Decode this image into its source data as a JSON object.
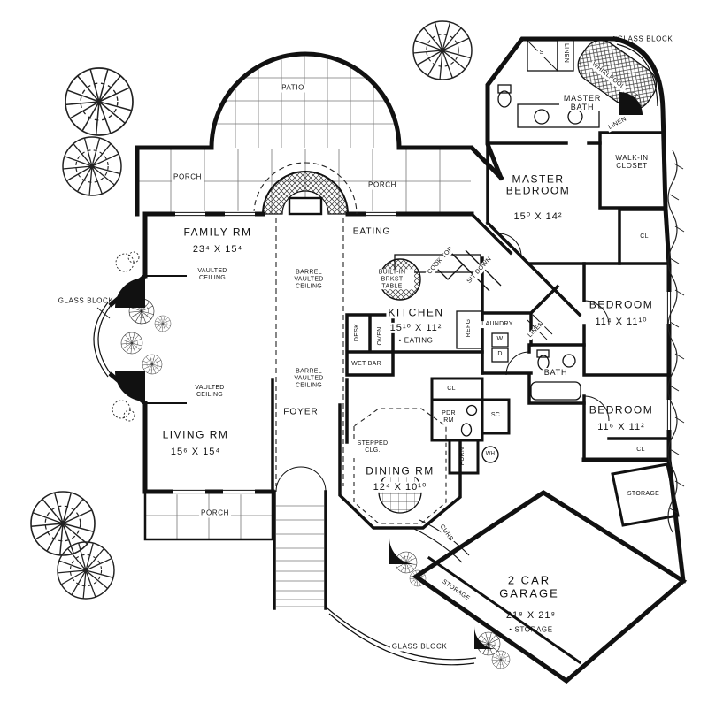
{
  "colors": {
    "ink": "#111111",
    "paper": "#ffffff"
  },
  "labels": {
    "patio": "PATIO",
    "porch": "PORCH",
    "family_rm": "FAMILY RM",
    "family_dims": "23⁴ X 15⁴",
    "eating": "EATING",
    "vaulted_ceiling": "VAULTED CEILING",
    "barrel_vaulted_ceiling": "BARREL VAULTED CEILING",
    "living_rm": "LIVING RM",
    "living_dims": "15⁶ X 15⁴",
    "foyer": "FOYER",
    "glass_block": "GLASS BLOCK",
    "master_bedroom": "MASTER BEDROOM",
    "master_bedroom_dims": "15⁰ X 14²",
    "master_bath": "MASTER BATH",
    "whirlpool": "WHIRLPOOL",
    "linen": "LINEN",
    "shower": "S",
    "walk_in_closet": "WALK-IN CLOSET",
    "cl": "CL",
    "bedroom": "BEDROOM",
    "bedroom_2_dims": "11⁴ X 11¹⁰",
    "bedroom_3_dims": "11⁶ X 11²",
    "storage": "STORAGE",
    "kitchen": "KITCHEN",
    "kitchen_dims": "15¹⁰ X 11²",
    "kitchen_note": "• EATING",
    "built_in_brkst_table": "BUILT-IN BRKST TABLE",
    "cook_top": "COOK TOP",
    "sit_down": "SIT DOWN",
    "desk": "DESK",
    "oven": "OVEN",
    "wet_bar": "WET BAR",
    "refg": "REFG",
    "laundry": "LAUNDRY",
    "washer": "W",
    "dryer": "D",
    "bath": "BATH",
    "pdr_rm": "PDR RM",
    "sc": "SC",
    "furn": "FURN",
    "wh": "WH",
    "stepped_clg": "STEPPED CLG.",
    "dining_rm": "DINING RM",
    "dining_dims": "12⁴ X 10¹⁰",
    "curb": "CURB",
    "garage": "2 CAR GARAGE",
    "garage_dims": "21⁸ X 21⁸",
    "garage_note": "• STORAGE"
  },
  "rooms": [
    {
      "name": "FAMILY RM",
      "dims": "23⁴ X 15⁴"
    },
    {
      "name": "LIVING RM",
      "dims": "15⁶ X 15⁴"
    },
    {
      "name": "KITCHEN",
      "dims": "15¹⁰ X 11²"
    },
    {
      "name": "DINING RM",
      "dims": "12⁴ X 10¹⁰"
    },
    {
      "name": "MASTER BEDROOM",
      "dims": "15⁰ X 14²"
    },
    {
      "name": "BEDROOM",
      "dims": "11⁴ X 11¹⁰"
    },
    {
      "name": "BEDROOM",
      "dims": "11⁶ X 11²"
    },
    {
      "name": "2 CAR GARAGE",
      "dims": "21⁸ X 21⁸"
    }
  ]
}
